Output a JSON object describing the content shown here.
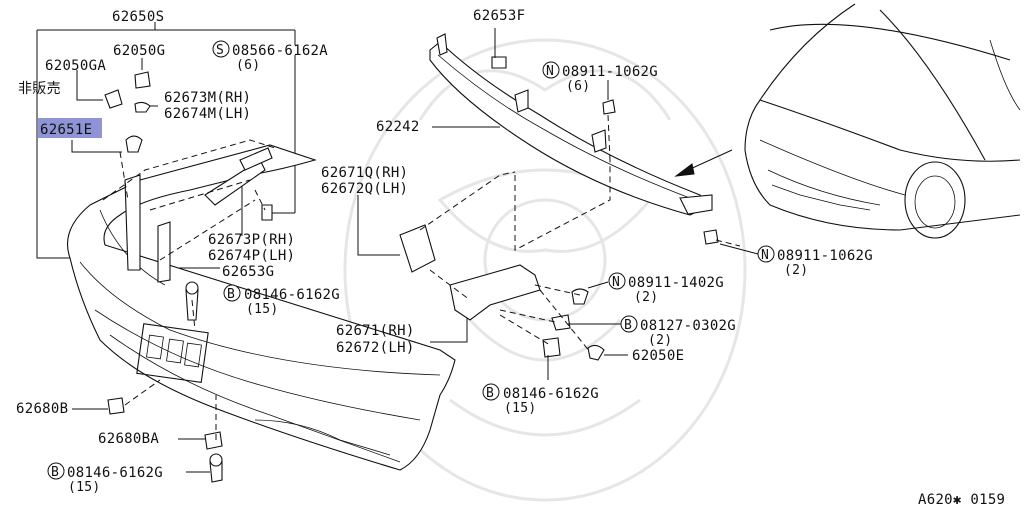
{
  "diagram_id": "A620✱ 0159",
  "not_for_sale_note": "非販売",
  "highlight_color": "#8e94d6",
  "parts": {
    "p62650S": "62650S",
    "p62050G": "62050G",
    "p62050GA": "62050GA",
    "p62651E": "62651E",
    "p62673M": "62673M(RH)",
    "p62674M": "62674M(LH)",
    "p62673P": "62673P(RH)",
    "p62674P": "62674P(LH)",
    "p62653G": "62653G",
    "p62653F": "62653F",
    "p62242": "62242",
    "p62671Q": "62671Q(RH)",
    "p62672Q": "62672Q(LH)",
    "p62671": "62671(RH)",
    "p62672": "62672(LH)",
    "p62680B": "62680B",
    "p62680BA": "62680BA",
    "p62050E": "62050E"
  },
  "fasteners": {
    "s08566": {
      "prefix": "S",
      "number": "08566-6162A",
      "qty": "(6)"
    },
    "n08911_top": {
      "prefix": "N",
      "number": "08911-1062G",
      "qty": "(6)"
    },
    "n08911_right": {
      "prefix": "N",
      "number": "08911-1062G",
      "qty": "(2)"
    },
    "n08911_1402": {
      "prefix": "N",
      "number": "08911-1402G",
      "qty": "(2)"
    },
    "b08127": {
      "prefix": "B",
      "number": "08127-0302G",
      "qty": "(2)"
    },
    "b08146_mid": {
      "prefix": "B",
      "number": "08146-6162G",
      "qty": "(15)"
    },
    "b08146_left": {
      "prefix": "B",
      "number": "08146-6162G",
      "qty": "(15)"
    },
    "b08146_bottom": {
      "prefix": "B",
      "number": "08146-6162G",
      "qty": "(15)"
    }
  }
}
